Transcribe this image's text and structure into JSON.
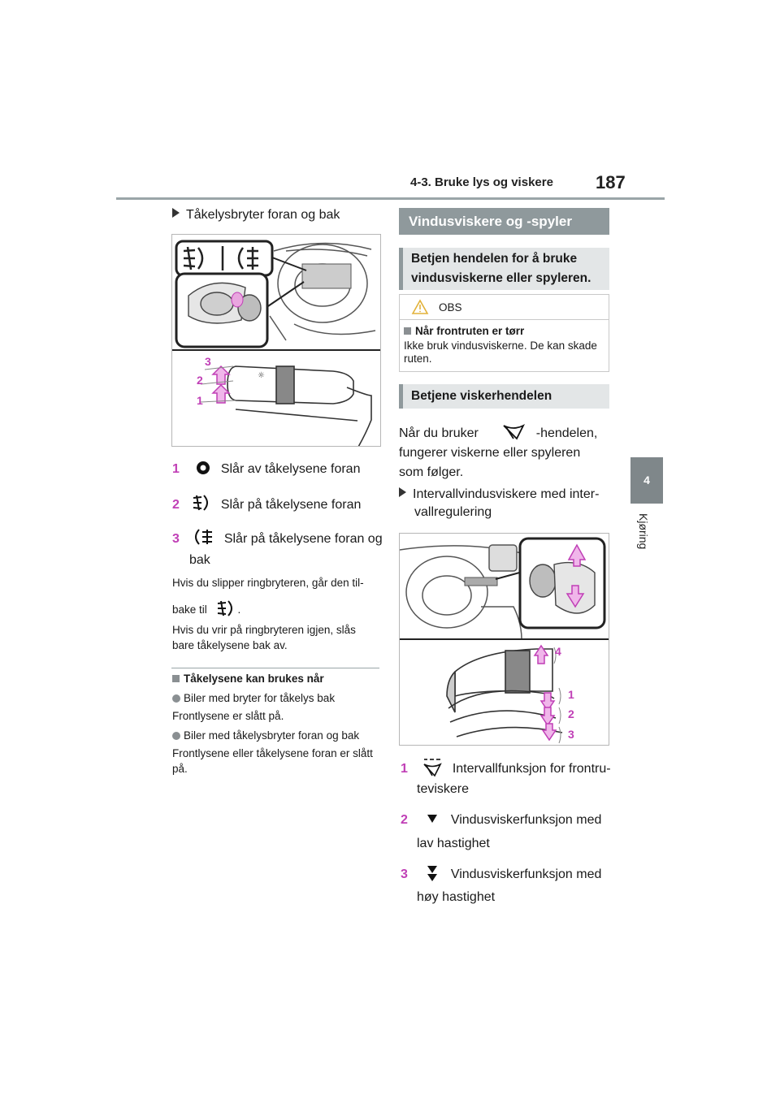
{
  "header": {
    "section_title": "4-3. Bruke lys og viskere",
    "page_number": "187"
  },
  "side_tab": {
    "chapter_number": "4",
    "chapter_name": "Kjøring"
  },
  "left": {
    "heading": "Tåkelysbryter foran og bak",
    "figure_numbers": [
      "3",
      "2",
      "1"
    ],
    "items": [
      {
        "num": "1",
        "icon": "fog-off-icon",
        "text": "Slår av tåkelysene foran"
      },
      {
        "num": "2",
        "icon": "front-fog-icon",
        "text": "Slår på tåkelysene foran"
      },
      {
        "num": "3",
        "icon": "rear-fog-icon",
        "text": "Slår på tåkelysene foran og",
        "text2": "bak"
      }
    ],
    "note1_part1": "Hvis du slipper ringbryteren, går den til-",
    "note1_part2": "bake til",
    "note1_end": ".",
    "note2": "Hvis du vrir på ringbryteren igjen, slås bare tåkelysene bak av.",
    "sub_heading": "Tåkelysene kan brukes når",
    "conditions": [
      {
        "label": "Biler med bryter for tåkelys bak",
        "text": "Frontlysene er slått på."
      },
      {
        "label": "Biler med tåkelysbryter foran og bak",
        "text": "Frontlysene eller tåkelysene foran er slått på."
      }
    ]
  },
  "right": {
    "section_title": "Vindusviskere og -spyler",
    "intro": "Betjen hendelen for å bruke vindusviskerne eller spyleren.",
    "obs": {
      "label": "OBS",
      "heading": "Når frontruten er tørr",
      "text": "Ikke bruk vindusviskerne. De kan skade ruten."
    },
    "sub_title": "Betjene viskerhendelen",
    "text_a": "Når du bruker",
    "text_b": "-hendelen,",
    "text_c": "fungerer viskerne eller spyleren",
    "text_d": "som følger.",
    "bullet": "Intervallvindusviskere med inter-",
    "bullet2": "vallregulering",
    "figure_numbers": [
      "4",
      "1",
      "2",
      "3"
    ],
    "items": [
      {
        "num": "1",
        "icon": "intermittent-wiper-icon",
        "text": "Intervallfunksjon for frontru-",
        "text2": "teviskere"
      },
      {
        "num": "2",
        "icon": "low-speed-arrow-icon",
        "text": "Vindusviskerfunksjon med",
        "text2": "lav hastighet"
      },
      {
        "num": "3",
        "icon": "high-speed-arrow-icon",
        "text": "Vindusviskerfunksjon med",
        "text2": "høy hastighet"
      }
    ]
  },
  "colors": {
    "accent": "#c03fb6",
    "section_gray": "#8f999c",
    "subhead_bg": "#e3e6e7"
  }
}
